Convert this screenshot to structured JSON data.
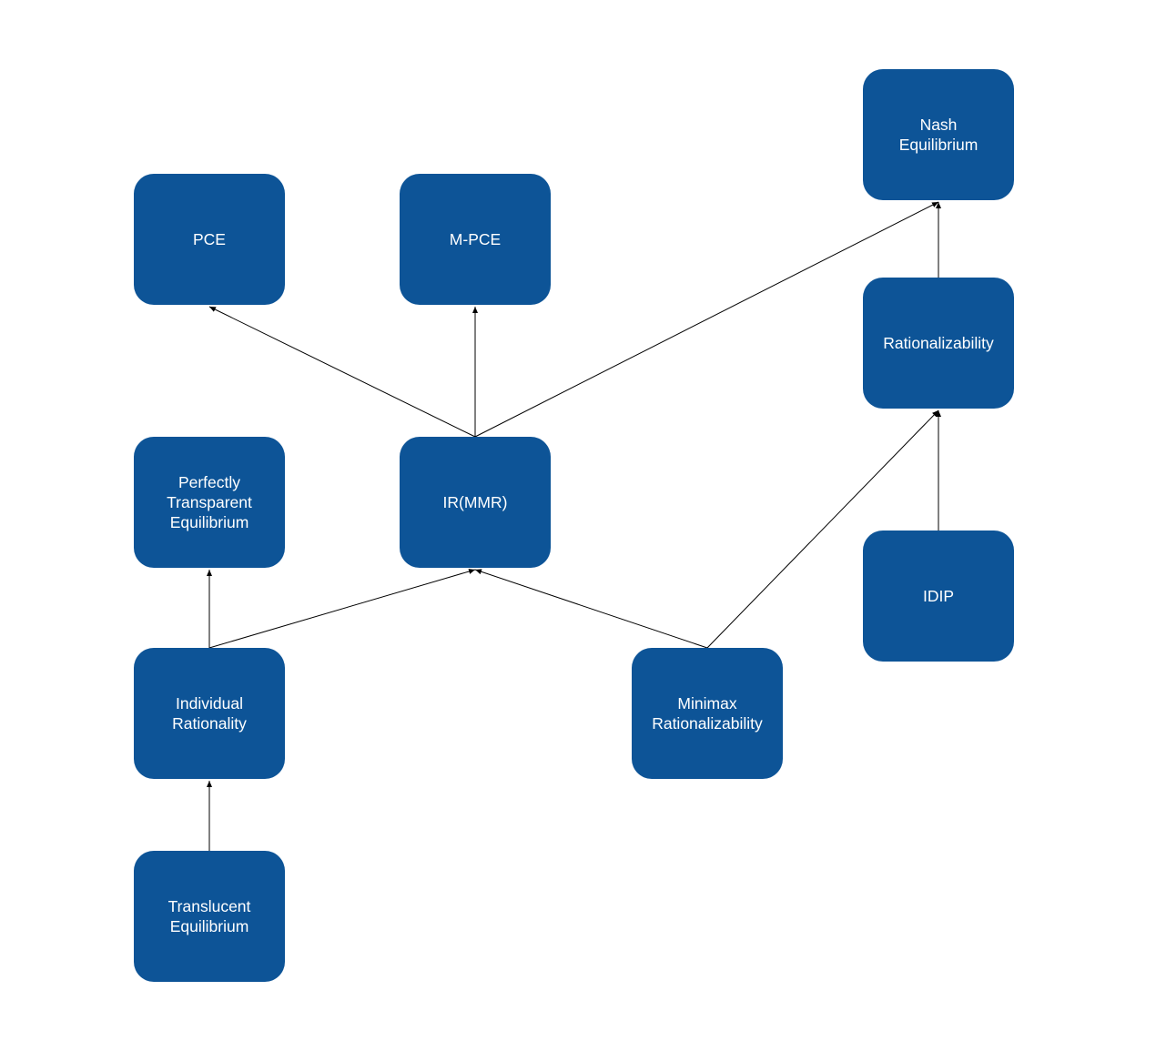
{
  "diagram": {
    "node_color": "#0d5497",
    "text_color": "#ffffff",
    "edge_color": "#000000",
    "nodes": {
      "pce": "PCE",
      "mpce": "M-PCE",
      "nash": "Nash\nEquilibrium",
      "rationalizability": "Rationalizability",
      "pte": "Perfectly\nTransparent\nEquilibrium",
      "ir_mmr": "IR(MMR)",
      "idip": "IDIP",
      "individual_rationality": "Individual\nRationality",
      "minimax": "Minimax\nRationalizability",
      "translucent": "Translucent\nEquilibrium"
    },
    "edges": [
      {
        "from": "ir_mmr",
        "to": "pce"
      },
      {
        "from": "ir_mmr",
        "to": "mpce"
      },
      {
        "from": "ir_mmr",
        "to": "nash"
      },
      {
        "from": "rationalizability",
        "to": "nash"
      },
      {
        "from": "idip",
        "to": "rationalizability"
      },
      {
        "from": "minimax",
        "to": "rationalizability"
      },
      {
        "from": "minimax",
        "to": "ir_mmr"
      },
      {
        "from": "individual_rationality",
        "to": "ir_mmr"
      },
      {
        "from": "individual_rationality",
        "to": "pte"
      },
      {
        "from": "translucent",
        "to": "individual_rationality"
      }
    ]
  }
}
